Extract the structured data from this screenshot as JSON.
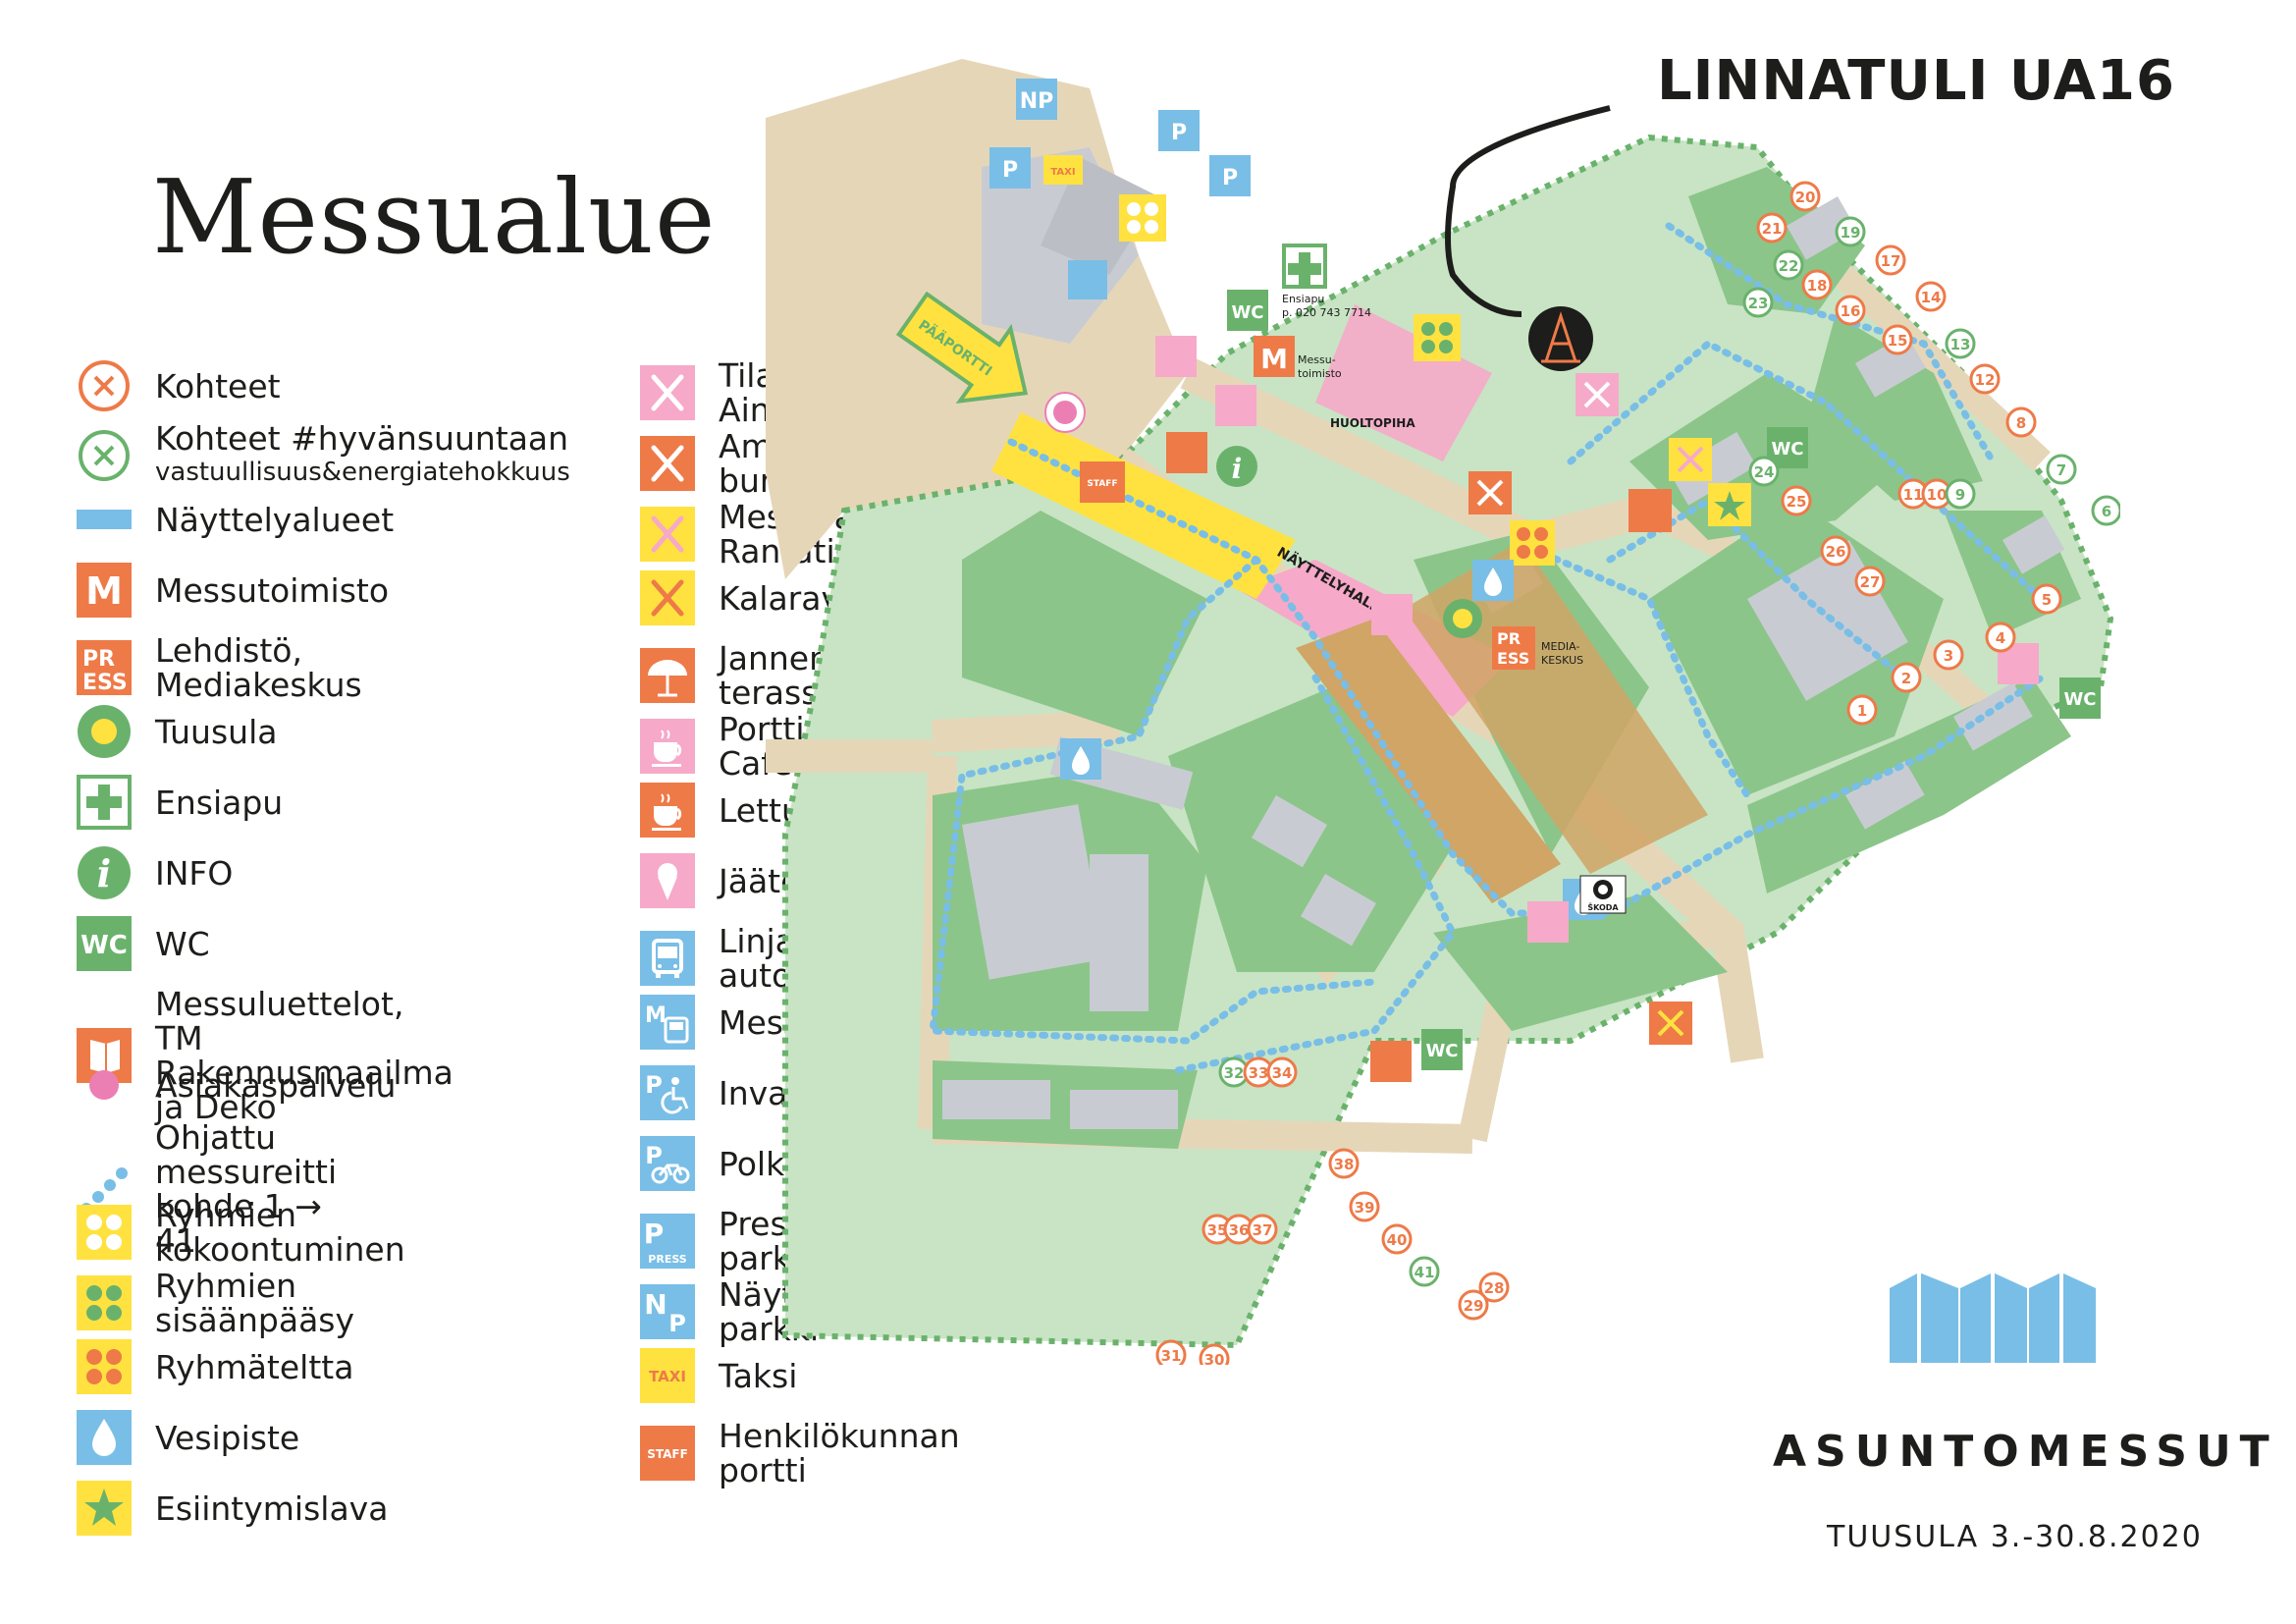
{
  "title": "Messualue",
  "callout": "LINNATULI UA16",
  "brand": "ASUNTOMESSUT",
  "dates": "TUUSULA 3.-30.8.2020",
  "colors": {
    "orange": "#ee7a48",
    "green": "#6ab26c",
    "lightgreen": "#c8e4c4",
    "midgreen": "#8cc58a",
    "path": "#e6d6b8",
    "blue": "#79bee6",
    "pink": "#f6a9c9",
    "yellow": "#ffe23f",
    "grey": "#c8ccd2",
    "sand": "#d0a565"
  },
  "legend_left": [
    {
      "icon": "kohde-x-orange-icon",
      "label": "Kohteet"
    },
    {
      "icon": "kohde-x-green-icon",
      "label": "Kohteet #hyvänsuuntaan",
      "sub": "vastuullisuus&energiatehokkuus"
    },
    {
      "icon": "exhibition-area-icon",
      "label": "Näyttelyalueet"
    },
    {
      "icon": "messutoimisto-m-icon",
      "label": "Messutoimisto"
    },
    {
      "icon": "press-icon",
      "label": "Lehdistö, Mediakeskus"
    },
    {
      "icon": "tuusula-circle-icon",
      "label": "Tuusula"
    },
    {
      "icon": "first-aid-cross-icon",
      "label": "Ensiapu"
    },
    {
      "icon": "info-i-icon",
      "label": "INFO"
    },
    {
      "icon": "wc-icon",
      "label": "WC"
    },
    {
      "icon": "catalogue-book-icon",
      "label": "Messuluettelot,\nTM Rakennusmaailma ja Deko"
    },
    {
      "icon": "customer-service-dot-icon",
      "label": "Asiakaspalvelu"
    },
    {
      "icon": "guided-route-dots-icon",
      "label": "Ohjattu messureitti\nkohde 1 → 41"
    },
    {
      "icon": "group-meeting-icon",
      "label": "Ryhmien kokoontuminen"
    },
    {
      "icon": "group-entry-icon",
      "label": "Ryhmien sisäänpääsy"
    },
    {
      "icon": "group-tent-icon",
      "label": "Ryhmäteltta"
    },
    {
      "icon": "water-drop-icon",
      "label": "Vesipiste"
    },
    {
      "icon": "stage-star-icon",
      "label": "Esiintymislava"
    }
  ],
  "legend_right": [
    {
      "icon": "restaurant-pink-icon",
      "label": "Tilausravintola Aino"
    },
    {
      "icon": "restaurant-orange-icon",
      "label": "American burger"
    },
    {
      "icon": "restaurant-yellow-icon",
      "label": "Messuravintola Rantatie"
    },
    {
      "icon": "restaurant-yellow-orange-icon",
      "label": "Kalaravintola"
    },
    {
      "icon": "umbrella-terrace-icon",
      "label": "Jannen terassi"
    },
    {
      "icon": "cafe-pink-icon",
      "label": "Portti Cafe"
    },
    {
      "icon": "cafe-orange-icon",
      "label": "Lettukahvila"
    },
    {
      "icon": "ice-cream-icon",
      "label": "Jäätelökioski"
    },
    {
      "icon": "bus-icon",
      "label": "Linja-autot"
    },
    {
      "icon": "messubus-icon",
      "label": "Messubussi"
    },
    {
      "icon": "accessible-parking-icon",
      "label": "Invapysäköinti"
    },
    {
      "icon": "bicycle-parking-icon",
      "label": "Polkupyörät"
    },
    {
      "icon": "press-parking-icon",
      "label": "Press-parkki"
    },
    {
      "icon": "exhibitor-parking-icon",
      "label": "Näytteilleasettajien parkki"
    },
    {
      "icon": "taxi-icon",
      "label": "Taksi"
    },
    {
      "icon": "staff-gate-icon",
      "label": "Henkilökunnan portti"
    }
  ],
  "map": {
    "gate": "PÄÄPORTTI",
    "hall": "NÄYTTELYHALLI",
    "huoltopiha": "HUOLTOPIHA",
    "first_aid": "Ensiapu",
    "first_aid_phone": "p. 020 743 7714",
    "office_1": "Messu-",
    "office_2": "toimisto",
    "media_1": "MEDIA-",
    "media_2": "KESKUS",
    "wc": "WC",
    "taxi": "TAXI",
    "staff": "STAFF",
    "press_big": "PR",
    "press_big2": "ESS",
    "press_small": "PRESS",
    "skoda": "ŠKODA",
    "sites": [
      {
        "n": "20",
        "c": "o"
      },
      {
        "n": "21",
        "c": "o"
      },
      {
        "n": "19",
        "c": "g"
      },
      {
        "n": "22",
        "c": "g"
      },
      {
        "n": "23",
        "c": "g"
      },
      {
        "n": "17",
        "c": "o"
      },
      {
        "n": "18",
        "c": "o"
      },
      {
        "n": "16",
        "c": "o"
      },
      {
        "n": "14",
        "c": "o"
      },
      {
        "n": "15",
        "c": "o"
      },
      {
        "n": "13",
        "c": "g"
      },
      {
        "n": "12",
        "c": "o"
      },
      {
        "n": "8",
        "c": "o"
      },
      {
        "n": "7",
        "c": "g"
      },
      {
        "n": "6",
        "c": "g"
      },
      {
        "n": "11",
        "c": "o"
      },
      {
        "n": "10",
        "c": "o"
      },
      {
        "n": "9",
        "c": "g"
      },
      {
        "n": "24",
        "c": "g"
      },
      {
        "n": "25",
        "c": "o"
      },
      {
        "n": "26",
        "c": "o"
      },
      {
        "n": "27",
        "c": "o"
      },
      {
        "n": "5",
        "c": "o"
      },
      {
        "n": "4",
        "c": "o"
      },
      {
        "n": "3",
        "c": "o"
      },
      {
        "n": "2",
        "c": "o"
      },
      {
        "n": "1",
        "c": "o"
      },
      {
        "n": "32",
        "c": "g"
      },
      {
        "n": "33",
        "c": "o"
      },
      {
        "n": "34",
        "c": "o"
      },
      {
        "n": "38",
        "c": "o"
      },
      {
        "n": "39",
        "c": "o"
      },
      {
        "n": "40",
        "c": "o"
      },
      {
        "n": "41",
        "c": "g"
      },
      {
        "n": "35",
        "c": "o"
      },
      {
        "n": "36",
        "c": "o"
      },
      {
        "n": "37",
        "c": "o"
      },
      {
        "n": "28",
        "c": "o"
      },
      {
        "n": "29",
        "c": "o"
      },
      {
        "n": "31",
        "c": "o"
      },
      {
        "n": "30",
        "c": "o"
      }
    ]
  }
}
